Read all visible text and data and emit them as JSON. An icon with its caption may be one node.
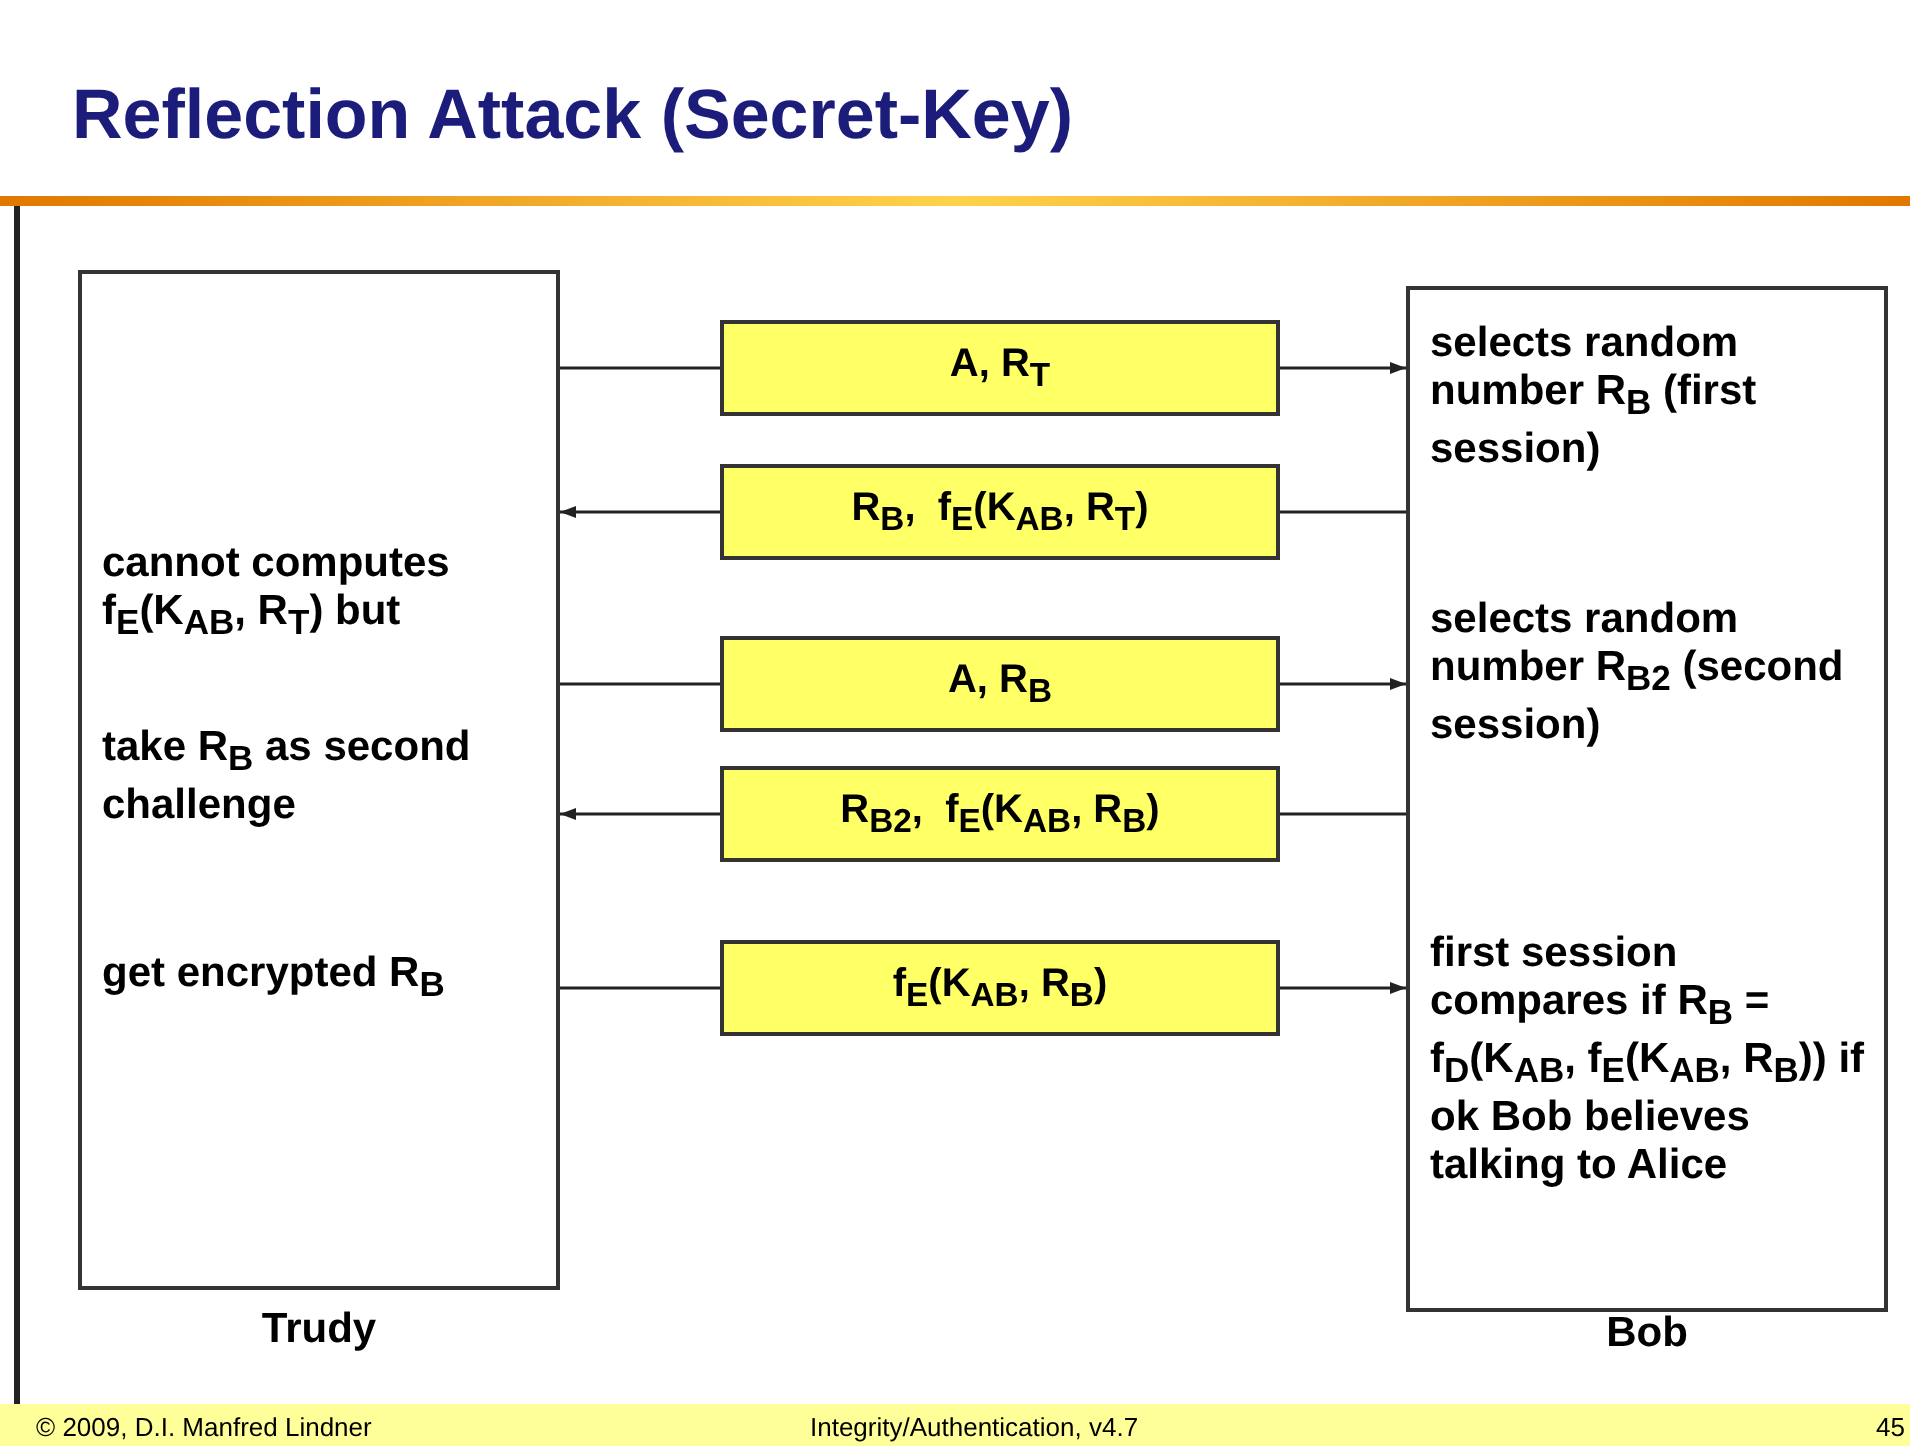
{
  "diagram": {
    "title": "Reflection Attack (Secret-Key)",
    "nodes": [
      {
        "text": [
          "cannot computes f$_{E}$(K$_{AB}$, R$_{T}$) but",
          "take R$_{B}$ as second challenge",
          "get encrypted R$_{B}$",
          "Trudy"
        ]
      },
      {
        "text": [
          "selects random number R$_{B}$ (first session)",
          "selects random number R$_{B2}$ (second session)",
          "first session compares if R$_{B}$ = f$_{D}$(K$_{AB}$, f$_{E}$(K$_{AB}$, R$_{B}$)) if ok Bob believes talking to Alice",
          "Bob"
        ]
      },
      {
        "text": [
          "A, R$_{T}$"
        ]
      },
      {
        "text": [
          "R$_{B}$,  f$_{E}$(K$_{AB}$, R$_{T}$)"
        ]
      },
      {
        "text": [
          "A, R$_{B}$"
        ]
      },
      {
        "text": [
          "R$_{B2}$,  f$_{E}$(K$_{AB}$, R$_{B}$)"
        ]
      },
      {
        "text": [
          "f$_{E}$(K$_{AB}$, R$_{B}$)"
        ]
      }
    ],
    "edges": [
      {
        "from": 0,
        "to": 2,
        "arrow": "none"
      },
      {
        "from": 2,
        "to": 1,
        "arrow": "to"
      },
      {
        "from": 1,
        "to": 3,
        "arrow": "none"
      },
      {
        "from": 3,
        "to": 0,
        "arrow": "to"
      },
      {
        "from": 0,
        "to": 4,
        "arrow": "none"
      },
      {
        "from": 4,
        "to": 1,
        "arrow": "to"
      },
      {
        "from": 1,
        "to": 5,
        "arrow": "none"
      },
      {
        "from": 5,
        "to": 0,
        "arrow": "to"
      },
      {
        "from": 0,
        "to": 6,
        "arrow": "none"
      },
      {
        "from": 6,
        "to": 1,
        "arrow": "to"
      }
    ],
    "labels": [
      "© 2009, D.I. Manfred Lindner",
      "Integrity/Authentication, v4.7",
      "45"
    ]
  }
}
